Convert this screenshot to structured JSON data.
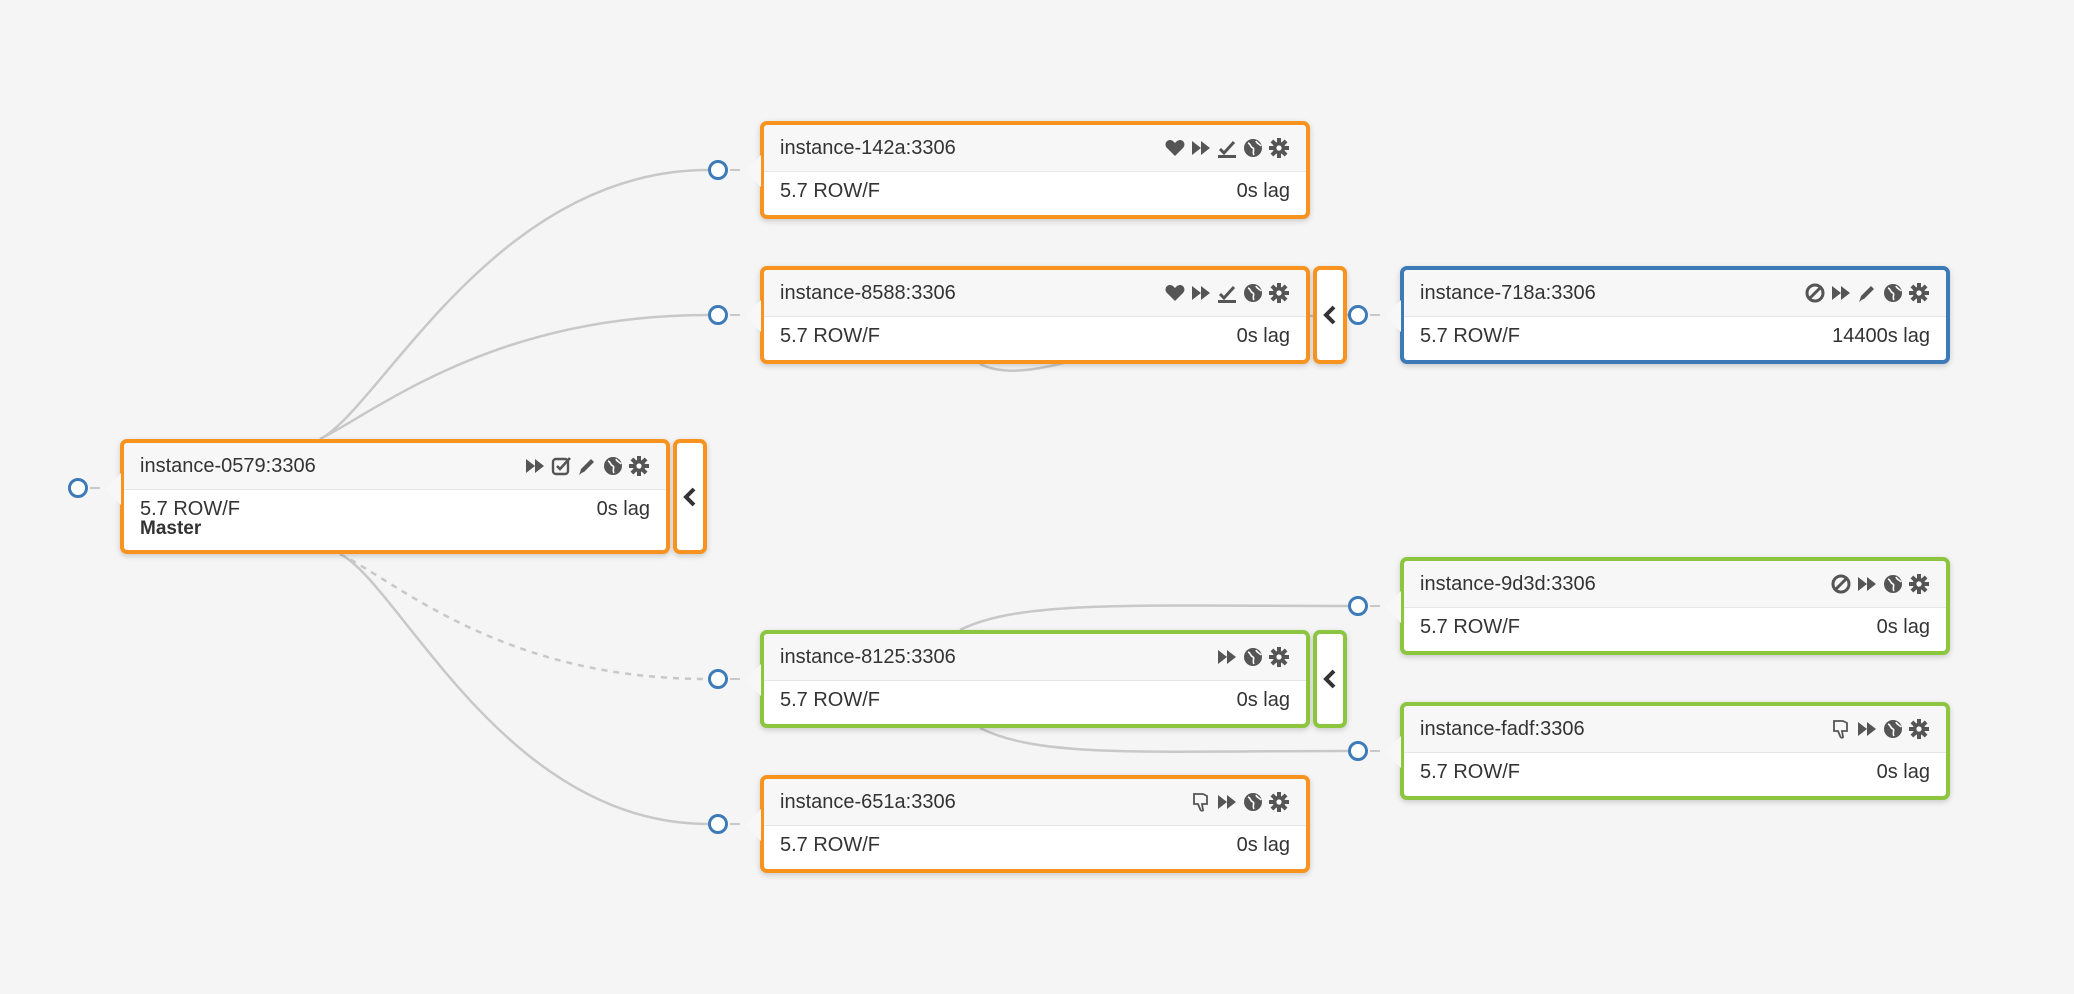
{
  "colors": {
    "orange": "#f7931e",
    "green": "#8cc63f",
    "blue": "#3d7ab8",
    "link": "#c8c8c8",
    "background": "#f5f5f5"
  },
  "instances": [
    {
      "id": "n0579",
      "title": "instance-0579:3306",
      "version": "5.7 ROW/F",
      "lag": "0s lag",
      "role": "Master",
      "color": "orange",
      "icons": [
        "fast-forward-icon",
        "check-square-icon",
        "pencil-icon",
        "globe-icon",
        "gear-icon"
      ]
    },
    {
      "id": "n142a",
      "title": "instance-142a:3306",
      "version": "5.7 ROW/F",
      "lag": "0s lag",
      "color": "orange",
      "icons": [
        "heart-icon",
        "fast-forward-icon",
        "download-check-icon",
        "globe-icon",
        "gear-icon"
      ]
    },
    {
      "id": "n8588",
      "title": "instance-8588:3306",
      "version": "5.7 ROW/F",
      "lag": "0s lag",
      "color": "orange",
      "icons": [
        "heart-icon",
        "fast-forward-icon",
        "download-check-icon",
        "globe-icon",
        "gear-icon"
      ]
    },
    {
      "id": "n718a",
      "title": "instance-718a:3306",
      "version": "5.7 ROW/F",
      "lag": "14400s lag",
      "color": "blue",
      "icons": [
        "ban-icon",
        "fast-forward-icon",
        "pencil-icon",
        "globe-icon",
        "gear-icon"
      ]
    },
    {
      "id": "n9d3d",
      "title": "instance-9d3d:3306",
      "version": "5.7 ROW/F",
      "lag": "0s lag",
      "color": "green",
      "icons": [
        "ban-icon",
        "fast-forward-icon",
        "globe-icon",
        "gear-icon"
      ]
    },
    {
      "id": "n8125",
      "title": "instance-8125:3306",
      "version": "5.7 ROW/F",
      "lag": "0s lag",
      "color": "green",
      "icons": [
        "fast-forward-icon",
        "globe-icon",
        "gear-icon"
      ]
    },
    {
      "id": "nfadf",
      "title": "instance-fadf:3306",
      "version": "5.7 ROW/F",
      "lag": "0s lag",
      "color": "green",
      "icons": [
        "thumbs-down-icon",
        "fast-forward-icon",
        "globe-icon",
        "gear-icon"
      ]
    },
    {
      "id": "n651a",
      "title": "instance-651a:3306",
      "version": "5.7 ROW/F",
      "lag": "0s lag",
      "color": "orange",
      "icons": [
        "thumbs-down-icon",
        "fast-forward-icon",
        "globe-icon",
        "gear-icon"
      ]
    }
  ],
  "links": [
    {
      "from": "n0579",
      "to": "n142a",
      "style": "solid"
    },
    {
      "from": "n0579",
      "to": "n8588",
      "style": "solid"
    },
    {
      "from": "n0579",
      "to": "n8125",
      "style": "dashed"
    },
    {
      "from": "n0579",
      "to": "n651a",
      "style": "solid"
    },
    {
      "from": "n8588",
      "to": "n718a",
      "style": "solid"
    },
    {
      "from": "n8125",
      "to": "n9d3d",
      "style": "solid"
    },
    {
      "from": "n8125",
      "to": "nfadf",
      "style": "solid"
    }
  ],
  "collapsers": [
    "n0579",
    "n8588",
    "n8125"
  ]
}
